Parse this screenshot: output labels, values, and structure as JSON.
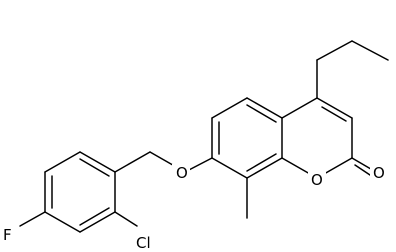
{
  "molecule": {
    "atoms": {
      "O_ether": "O",
      "O_ring": "O",
      "O_carbonyl": "O",
      "Cl": "Cl",
      "F": "F"
    }
  }
}
